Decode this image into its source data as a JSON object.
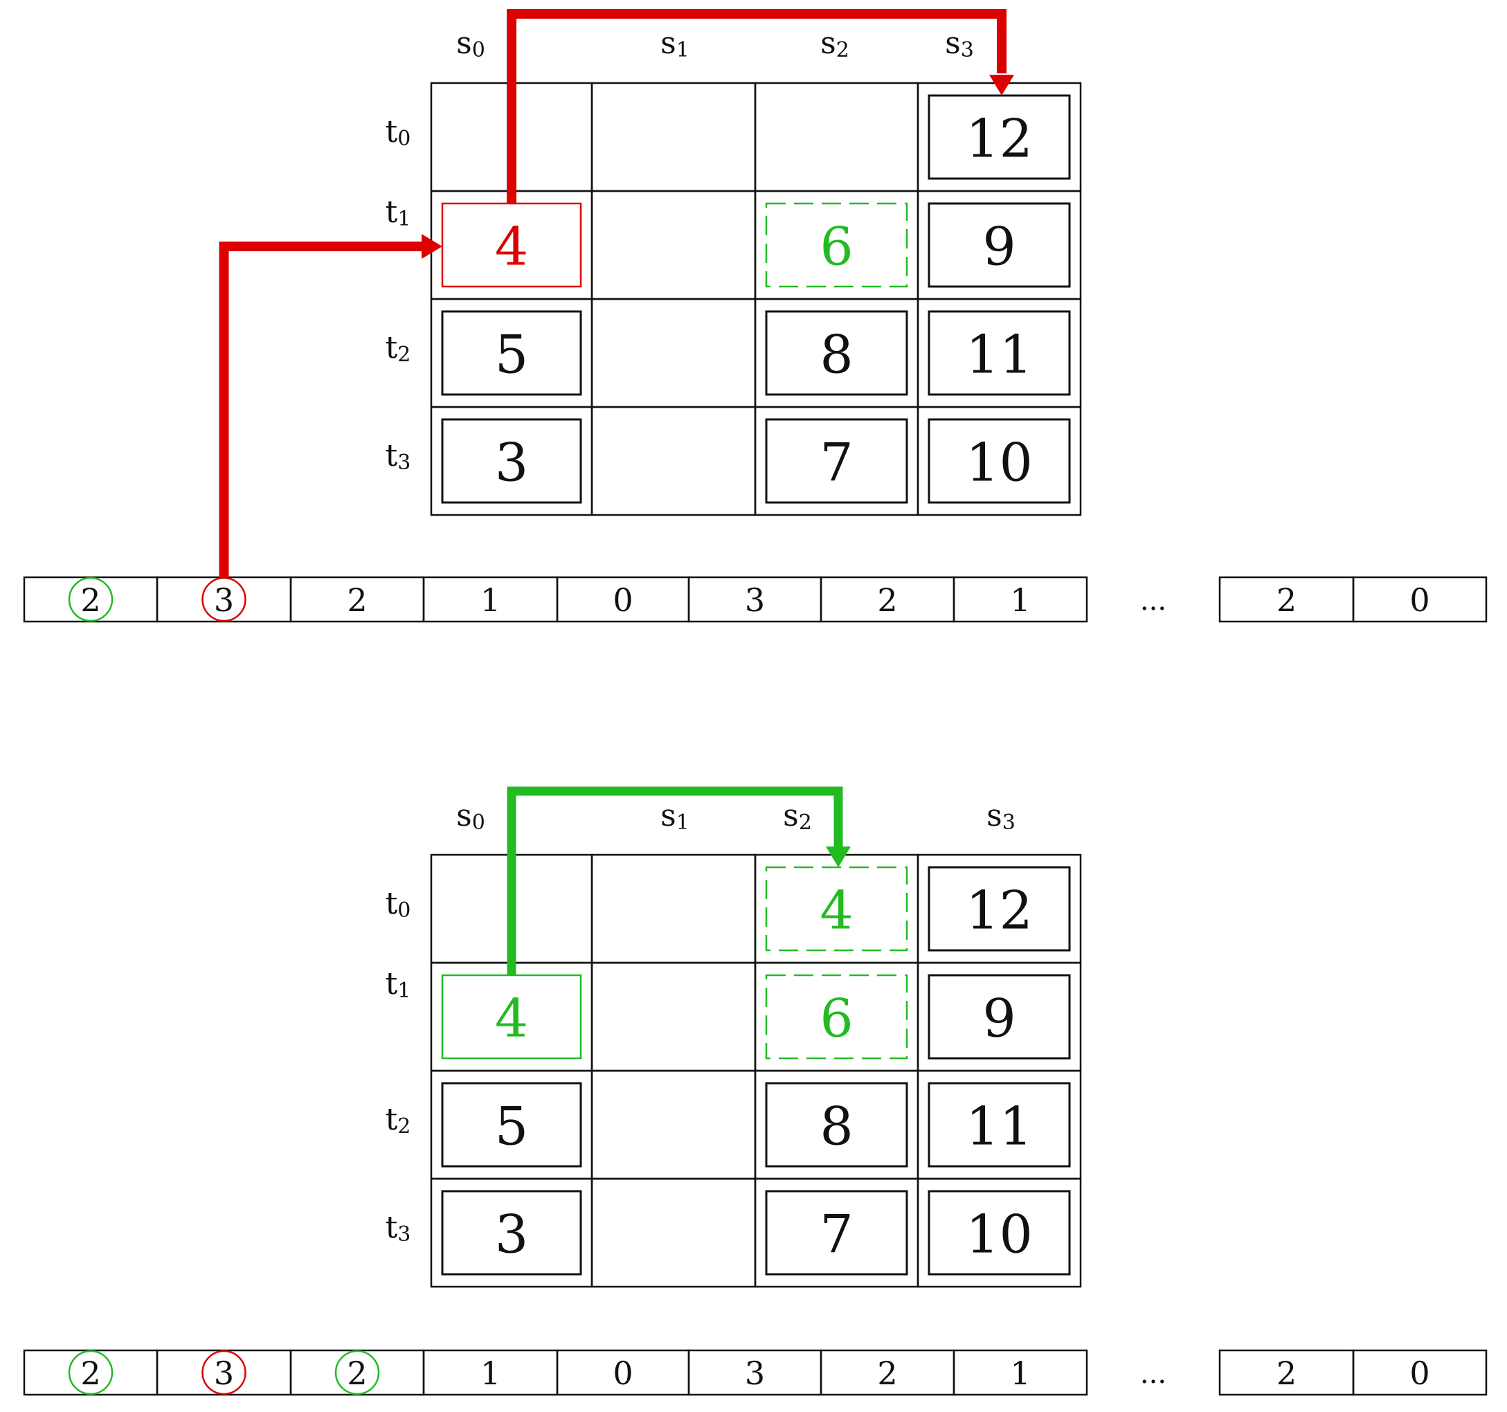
{
  "colors": {
    "ink": "#111111",
    "red": "#dd0000",
    "green": "#22bb22"
  },
  "panels": [
    {
      "id": "top",
      "col_headers": [
        {
          "base": "s",
          "sub": "0"
        },
        {
          "base": "s",
          "sub": "1"
        },
        {
          "base": "s",
          "sub": "2"
        },
        {
          "base": "s",
          "sub": "3"
        }
      ],
      "row_headers": [
        {
          "base": "t",
          "sub": "0"
        },
        {
          "base": "t",
          "sub": "1"
        },
        {
          "base": "t",
          "sub": "2"
        },
        {
          "base": "t",
          "sub": "3"
        }
      ],
      "cells": [
        {
          "row": 0,
          "col": 3,
          "value": "12",
          "style": "black"
        },
        {
          "row": 1,
          "col": 0,
          "value": "4",
          "style": "red"
        },
        {
          "row": 1,
          "col": 2,
          "value": "6",
          "style": "green-dashed"
        },
        {
          "row": 1,
          "col": 3,
          "value": "9",
          "style": "black"
        },
        {
          "row": 2,
          "col": 0,
          "value": "5",
          "style": "black"
        },
        {
          "row": 2,
          "col": 2,
          "value": "8",
          "style": "black"
        },
        {
          "row": 2,
          "col": 3,
          "value": "11",
          "style": "black"
        },
        {
          "row": 3,
          "col": 0,
          "value": "3",
          "style": "black"
        },
        {
          "row": 3,
          "col": 2,
          "value": "7",
          "style": "black"
        },
        {
          "row": 3,
          "col": 3,
          "value": "10",
          "style": "black"
        }
      ],
      "arrows": [
        {
          "color": "red",
          "from": "sequence-cell-1",
          "to": "cell-1-0"
        },
        {
          "color": "red",
          "from": "cell-1-0",
          "to": "cell-0-3"
        }
      ],
      "sequence": [
        {
          "value": "2",
          "circle": "green"
        },
        {
          "value": "3",
          "circle": "red"
        },
        {
          "value": "2",
          "circle": ""
        },
        {
          "value": "1",
          "circle": ""
        },
        {
          "value": "0",
          "circle": ""
        },
        {
          "value": "3",
          "circle": ""
        },
        {
          "value": "2",
          "circle": ""
        },
        {
          "value": "1",
          "circle": ""
        }
      ],
      "ellipsis": "...",
      "sequence_tail": [
        {
          "value": "2",
          "circle": ""
        },
        {
          "value": "0",
          "circle": ""
        }
      ]
    },
    {
      "id": "bottom",
      "col_headers": [
        {
          "base": "s",
          "sub": "0"
        },
        {
          "base": "s",
          "sub": "1"
        },
        {
          "base": "s",
          "sub": "2"
        },
        {
          "base": "s",
          "sub": "3"
        }
      ],
      "row_headers": [
        {
          "base": "t",
          "sub": "0"
        },
        {
          "base": "t",
          "sub": "1"
        },
        {
          "base": "t",
          "sub": "2"
        },
        {
          "base": "t",
          "sub": "3"
        }
      ],
      "cells": [
        {
          "row": 0,
          "col": 2,
          "value": "4",
          "style": "green-dashed"
        },
        {
          "row": 0,
          "col": 3,
          "value": "12",
          "style": "black"
        },
        {
          "row": 1,
          "col": 0,
          "value": "4",
          "style": "green"
        },
        {
          "row": 1,
          "col": 2,
          "value": "6",
          "style": "green-dashed"
        },
        {
          "row": 1,
          "col": 3,
          "value": "9",
          "style": "black"
        },
        {
          "row": 2,
          "col": 0,
          "value": "5",
          "style": "black"
        },
        {
          "row": 2,
          "col": 2,
          "value": "8",
          "style": "black"
        },
        {
          "row": 2,
          "col": 3,
          "value": "11",
          "style": "black"
        },
        {
          "row": 3,
          "col": 0,
          "value": "3",
          "style": "black"
        },
        {
          "row": 3,
          "col": 2,
          "value": "7",
          "style": "black"
        },
        {
          "row": 3,
          "col": 3,
          "value": "10",
          "style": "black"
        }
      ],
      "arrows": [
        {
          "color": "green",
          "from": "cell-1-0",
          "to": "cell-0-2"
        }
      ],
      "sequence": [
        {
          "value": "2",
          "circle": "green"
        },
        {
          "value": "3",
          "circle": "red"
        },
        {
          "value": "2",
          "circle": "green"
        },
        {
          "value": "1",
          "circle": ""
        },
        {
          "value": "0",
          "circle": ""
        },
        {
          "value": "3",
          "circle": ""
        },
        {
          "value": "2",
          "circle": ""
        },
        {
          "value": "1",
          "circle": ""
        }
      ],
      "ellipsis": "...",
      "sequence_tail": [
        {
          "value": "2",
          "circle": ""
        },
        {
          "value": "0",
          "circle": ""
        }
      ]
    }
  ]
}
